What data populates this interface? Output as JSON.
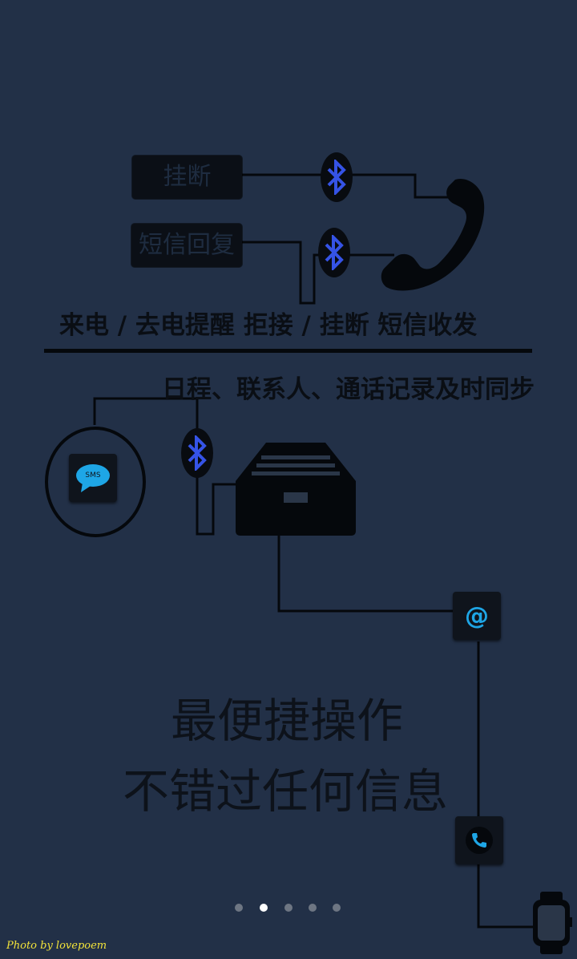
{
  "pills": {
    "hangup": "挂断",
    "sms_reply": "短信回复"
  },
  "captions": {
    "call_features": "来电 / 去电提醒  拒接 / 挂断  短信收发",
    "sync_features": "日程、联系人、通话记录及时同步"
  },
  "headline": {
    "line1": "最便捷操作",
    "line2": "不错过任何信息"
  },
  "icons": {
    "sms_label": "SMS",
    "email_symbol": "@"
  },
  "pager": {
    "total": 5,
    "active_index": 1
  },
  "credit": "Photo by lovepoem",
  "colors": {
    "background": "#223047",
    "bluetooth": "#3553e6",
    "accent_cyan": "#1ea6e6",
    "ink": "#0a0e14"
  }
}
